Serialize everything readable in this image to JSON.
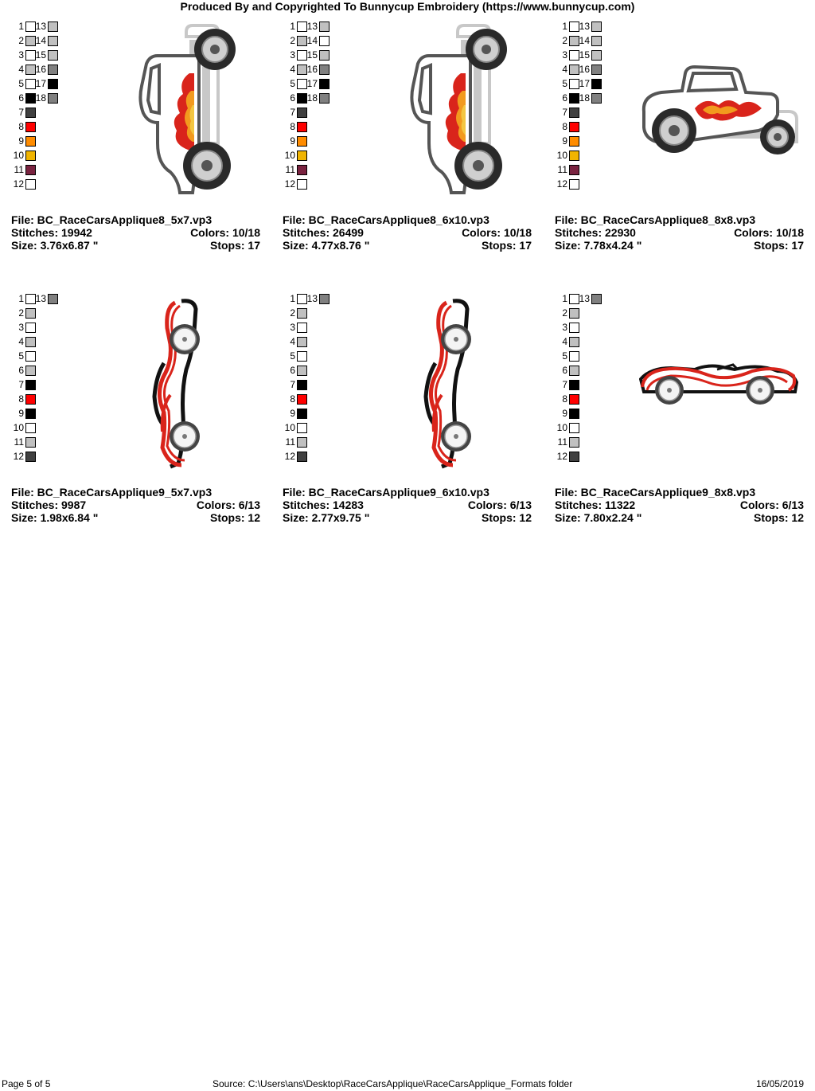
{
  "header": {
    "title": "Produced By and Copyrighted To Bunnycup Embroidery (https://www.bunnycup.com)"
  },
  "cards": [
    {
      "file": "File: BC_RaceCarsApplique8_5x7.vp3",
      "stitches": "Stitches: 19942",
      "colors": "Colors: 10/18",
      "size": "Size: 3.76x6.87 \"",
      "stops": "Stops: 17",
      "swatches": [
        {
          "n": "1",
          "color": "#ffffff"
        },
        {
          "n": "2",
          "color": "#c0c0c0"
        },
        {
          "n": "3",
          "color": "#ffffff"
        },
        {
          "n": "4",
          "color": "#c0c0c0"
        },
        {
          "n": "5",
          "color": "#ffffff"
        },
        {
          "n": "6",
          "color": "#000000"
        },
        {
          "n": "7",
          "color": "#404040"
        },
        {
          "n": "8",
          "color": "#ff0000"
        },
        {
          "n": "9",
          "color": "#ff8c00"
        },
        {
          "n": "10",
          "color": "#f0b400"
        },
        {
          "n": "11",
          "color": "#7a2340"
        },
        {
          "n": "12",
          "color": "#ffffff"
        }
      ],
      "swatches2": [
        {
          "n": "13",
          "color": "#c0c0c0"
        },
        {
          "n": "14",
          "color": "#c0c0c0"
        },
        {
          "n": "15",
          "color": "#c0c0c0"
        },
        {
          "n": "16",
          "color": "#808080"
        },
        {
          "n": "17",
          "color": "#000000"
        },
        {
          "n": "18",
          "color": "#808080"
        }
      ]
    },
    {
      "file": "File: BC_RaceCarsApplique8_6x10.vp3",
      "stitches": "Stitches: 26499",
      "colors": "Colors: 10/18",
      "size": "Size: 4.77x8.76 \"",
      "stops": "Stops: 17",
      "swatches": [
        {
          "n": "1",
          "color": "#ffffff"
        },
        {
          "n": "2",
          "color": "#c0c0c0"
        },
        {
          "n": "3",
          "color": "#ffffff"
        },
        {
          "n": "4",
          "color": "#c0c0c0"
        },
        {
          "n": "5",
          "color": "#ffffff"
        },
        {
          "n": "6",
          "color": "#000000"
        },
        {
          "n": "7",
          "color": "#404040"
        },
        {
          "n": "8",
          "color": "#ff0000"
        },
        {
          "n": "9",
          "color": "#ff8c00"
        },
        {
          "n": "10",
          "color": "#f0b400"
        },
        {
          "n": "11",
          "color": "#7a2340"
        },
        {
          "n": "12",
          "color": "#ffffff"
        }
      ],
      "swatches2": [
        {
          "n": "13",
          "color": "#c0c0c0"
        },
        {
          "n": "14",
          "color": "#ffffff"
        },
        {
          "n": "15",
          "color": "#c0c0c0"
        },
        {
          "n": "16",
          "color": "#808080"
        },
        {
          "n": "17",
          "color": "#000000"
        },
        {
          "n": "18",
          "color": "#808080"
        }
      ]
    },
    {
      "file": "File: BC_RaceCarsApplique8_8x8.vp3",
      "stitches": "Stitches: 22930",
      "colors": "Colors: 10/18",
      "size": "Size: 7.78x4.24 \"",
      "stops": "Stops: 17",
      "swatches": [
        {
          "n": "1",
          "color": "#ffffff"
        },
        {
          "n": "2",
          "color": "#c0c0c0"
        },
        {
          "n": "3",
          "color": "#ffffff"
        },
        {
          "n": "4",
          "color": "#c0c0c0"
        },
        {
          "n": "5",
          "color": "#ffffff"
        },
        {
          "n": "6",
          "color": "#000000"
        },
        {
          "n": "7",
          "color": "#404040"
        },
        {
          "n": "8",
          "color": "#ff0000"
        },
        {
          "n": "9",
          "color": "#ff8c00"
        },
        {
          "n": "10",
          "color": "#f0b400"
        },
        {
          "n": "11",
          "color": "#7a2340"
        },
        {
          "n": "12",
          "color": "#ffffff"
        }
      ],
      "swatches2": [
        {
          "n": "13",
          "color": "#c0c0c0"
        },
        {
          "n": "14",
          "color": "#c0c0c0"
        },
        {
          "n": "15",
          "color": "#c0c0c0"
        },
        {
          "n": "16",
          "color": "#808080"
        },
        {
          "n": "17",
          "color": "#000000"
        },
        {
          "n": "18",
          "color": "#808080"
        }
      ]
    },
    {
      "file": "File: BC_RaceCarsApplique9_5x7.vp3",
      "stitches": "Stitches: 9987",
      "colors": "Colors: 6/13",
      "size": "Size: 1.98x6.84 \"",
      "stops": "Stops: 12",
      "swatches": [
        {
          "n": "1",
          "color": "#ffffff"
        },
        {
          "n": "2",
          "color": "#c0c0c0"
        },
        {
          "n": "3",
          "color": "#ffffff"
        },
        {
          "n": "4",
          "color": "#c0c0c0"
        },
        {
          "n": "5",
          "color": "#ffffff"
        },
        {
          "n": "6",
          "color": "#c0c0c0"
        },
        {
          "n": "7",
          "color": "#000000"
        },
        {
          "n": "8",
          "color": "#ff0000"
        },
        {
          "n": "9",
          "color": "#000000"
        },
        {
          "n": "10",
          "color": "#ffffff"
        },
        {
          "n": "11",
          "color": "#c0c0c0"
        },
        {
          "n": "12",
          "color": "#404040"
        }
      ],
      "swatches2": [
        {
          "n": "13",
          "color": "#808080"
        }
      ]
    },
    {
      "file": "File: BC_RaceCarsApplique9_6x10.vp3",
      "stitches": "Stitches: 14283",
      "colors": "Colors: 6/13",
      "size": "Size: 2.77x9.75 \"",
      "stops": "Stops: 12",
      "swatches": [
        {
          "n": "1",
          "color": "#ffffff"
        },
        {
          "n": "2",
          "color": "#c0c0c0"
        },
        {
          "n": "3",
          "color": "#ffffff"
        },
        {
          "n": "4",
          "color": "#c0c0c0"
        },
        {
          "n": "5",
          "color": "#ffffff"
        },
        {
          "n": "6",
          "color": "#c0c0c0"
        },
        {
          "n": "7",
          "color": "#000000"
        },
        {
          "n": "8",
          "color": "#ff0000"
        },
        {
          "n": "9",
          "color": "#000000"
        },
        {
          "n": "10",
          "color": "#ffffff"
        },
        {
          "n": "11",
          "color": "#c0c0c0"
        },
        {
          "n": "12",
          "color": "#404040"
        }
      ],
      "swatches2": [
        {
          "n": "13",
          "color": "#808080"
        }
      ]
    },
    {
      "file": "File: BC_RaceCarsApplique9_8x8.vp3",
      "stitches": "Stitches: 11322",
      "colors": "Colors: 6/13",
      "size": "Size: 7.80x2.24 \"",
      "stops": "Stops: 12",
      "swatches": [
        {
          "n": "1",
          "color": "#ffffff"
        },
        {
          "n": "2",
          "color": "#c0c0c0"
        },
        {
          "n": "3",
          "color": "#ffffff"
        },
        {
          "n": "4",
          "color": "#c0c0c0"
        },
        {
          "n": "5",
          "color": "#ffffff"
        },
        {
          "n": "6",
          "color": "#c0c0c0"
        },
        {
          "n": "7",
          "color": "#000000"
        },
        {
          "n": "8",
          "color": "#ff0000"
        },
        {
          "n": "9",
          "color": "#000000"
        },
        {
          "n": "10",
          "color": "#ffffff"
        },
        {
          "n": "11",
          "color": "#c0c0c0"
        },
        {
          "n": "12",
          "color": "#404040"
        }
      ],
      "swatches2": [
        {
          "n": "13",
          "color": "#808080"
        }
      ]
    }
  ],
  "footer": {
    "page": "Page 5 of 5",
    "source": "Source: C:\\Users\\ans\\Desktop\\RaceCarsApplique\\RaceCarsApplique_Formats folder",
    "date": "16/05/2019"
  }
}
